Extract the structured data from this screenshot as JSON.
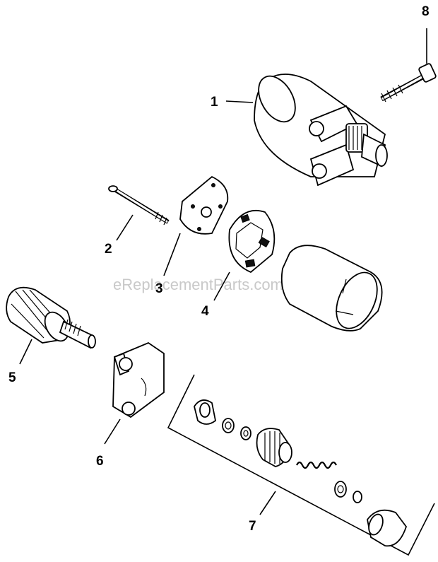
{
  "watermark": "eReplacementParts.com",
  "callouts": {
    "p1": "1",
    "p2": "2",
    "p3": "3",
    "p4": "4",
    "p5": "5",
    "p6": "6",
    "p7": "7",
    "p8": "8"
  }
}
